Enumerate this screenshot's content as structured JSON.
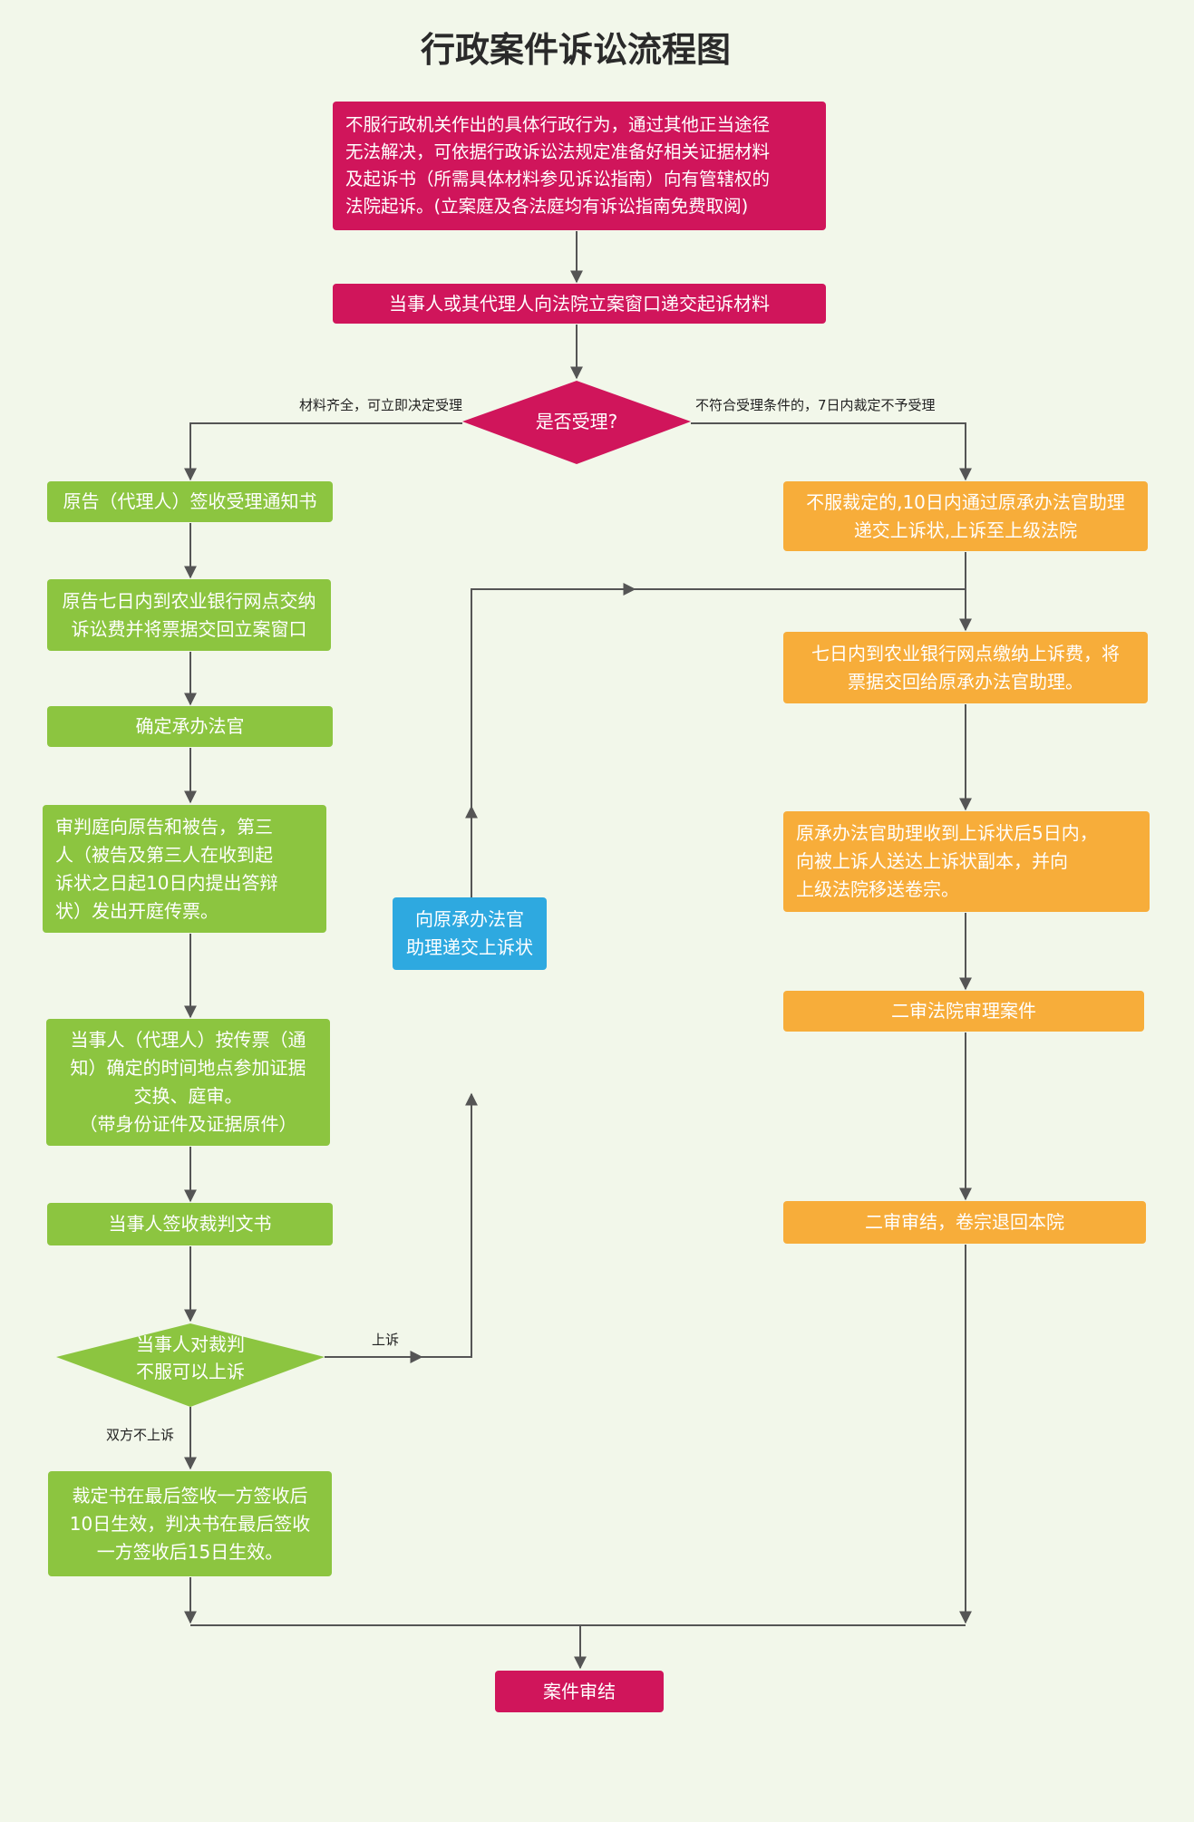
{
  "title": "行政案件诉讼流程图",
  "colors": {
    "background": "#f2f7ea",
    "red": "#d0155b",
    "green": "#8cc540",
    "orange": "#f7ad3a",
    "blue": "#2ea9e0",
    "line": "#555555"
  },
  "nodes": {
    "start": "不服行政机关作出的具体行政行为，通过其他正当途径\n无法解决，可依据行政诉讼法规定准备好相关证据材料\n及起诉书（所需具体材料参见诉讼指南）向有管辖权的\n法院起诉。(立案庭及各法庭均有诉讼指南免费取阅)",
    "submit": "当事人或其代理人向法院立案窗口递交起诉材料",
    "accept_decision": "是否受理?",
    "receive_notice": "原告（代理人）签收受理通知书",
    "pay_fee": "原告七日内到农业银行网点交纳\n诉讼费并将票据交回立案窗口",
    "assign_judge": "确定承办法官",
    "summons": "审判庭向原告和被告，第三\n人（被告及第三人在收到起\n诉状之日起10日内提出答辩\n状）发出开庭传票。",
    "attend_trial": "当事人（代理人）按传票（通\n知）确定的时间地点参加证据\n交换、庭审。\n（带身份证件及证据原件）",
    "sign_judgment": "当事人签收裁判文书",
    "appeal_decision": "当事人对裁判\n不服可以上诉",
    "effective": "裁定书在最后签收一方签收后\n10日生效，判决书在最后签收\n一方签收后15日生效。",
    "end": "案件审结",
    "submit_appeal": "向原承办法官\n助理递交上诉状",
    "appeal_reject": "不服裁定的,10日内通过原承办法官助理\n递交上诉状,上诉至上级法院",
    "appeal_fee": "七日内到农业银行网点缴纳上诉费，将\n票据交回给原承办法官助理。",
    "transfer": "原承办法官助理收到上诉状后5日内，\n向被上诉人送达上诉状副本，并向\n上级法院移送卷宗。",
    "second_trial": "二审法院审理案件",
    "second_close": "二审审结，卷宗退回本院"
  },
  "edge_labels": {
    "accept": "材料齐全，可立即决定受理",
    "reject": "不符合受理条件的，7日内裁定不予受理",
    "appeal": "上诉",
    "no_appeal": "双方不上诉"
  }
}
